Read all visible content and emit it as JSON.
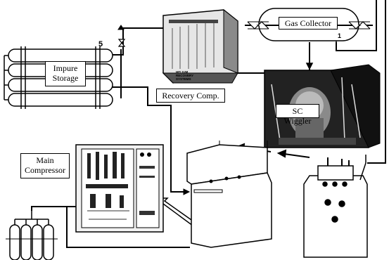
{
  "diagram": {
    "labels": {
      "gas_collector": "Gas Collector",
      "impure_storage_line1": "Impure",
      "impure_storage_line2": "Storage",
      "recovery_comp": "Recovery Comp.",
      "sc_wiggler": "SC Wiggler",
      "main_compressor_line1": "Main",
      "main_compressor_line2": "Compressor"
    },
    "numbers": {
      "five": "5",
      "one": "1"
    },
    "photo_text": {
      "line1": "HELIUM",
      "line2": "RECOVERY",
      "line3": "SYSTEMS"
    },
    "colors": {
      "line": "#000000",
      "photo_dark": "#222222",
      "photo_mid": "#8a8a8a",
      "photo_light": "#e6e6e6"
    }
  }
}
